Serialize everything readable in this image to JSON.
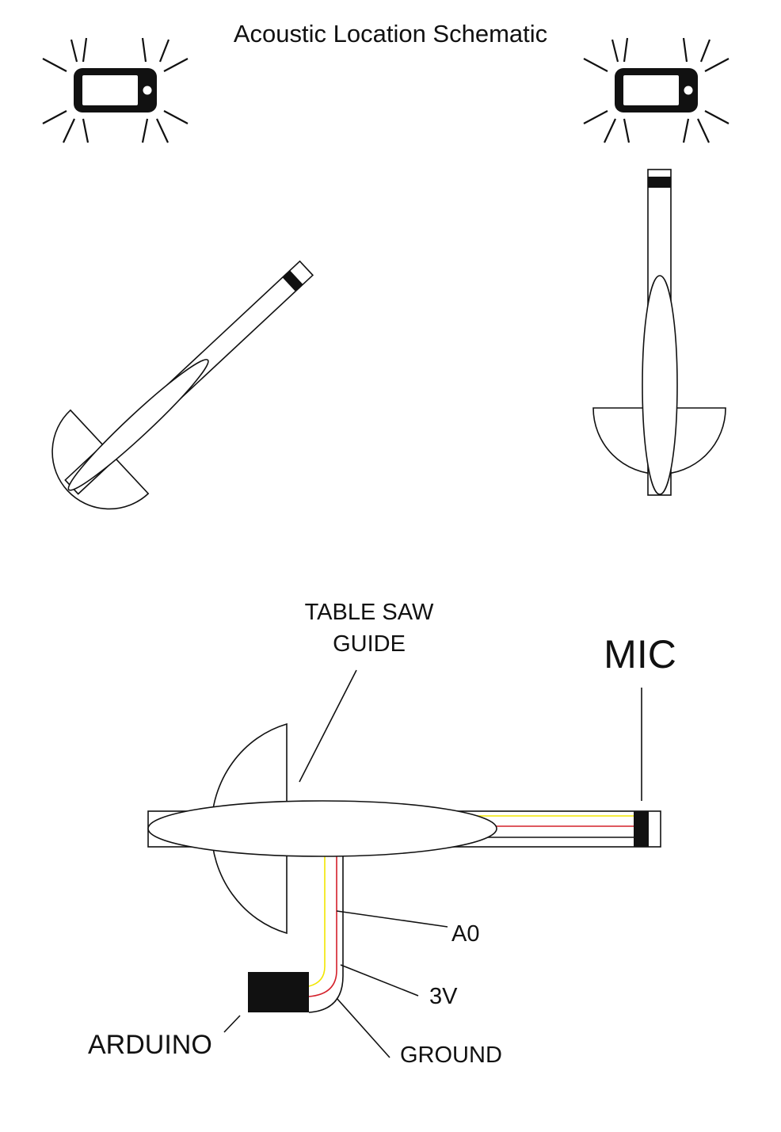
{
  "title": "Acoustic Location Schematic",
  "labels": {
    "table_saw_guide_line1": "TABLE SAW",
    "table_saw_guide_line2": "GUIDE",
    "mic": "MIC",
    "a0": "A0",
    "v3": "3V",
    "ground": "GROUND",
    "arduino": "ARDUINO"
  },
  "icons": {
    "left_phone": "phone-icon",
    "right_phone": "phone-icon"
  },
  "colors": {
    "line": "#111111",
    "wire_yellow": "#f2e600",
    "wire_red": "#d4202a",
    "wire_black": "#111111"
  }
}
